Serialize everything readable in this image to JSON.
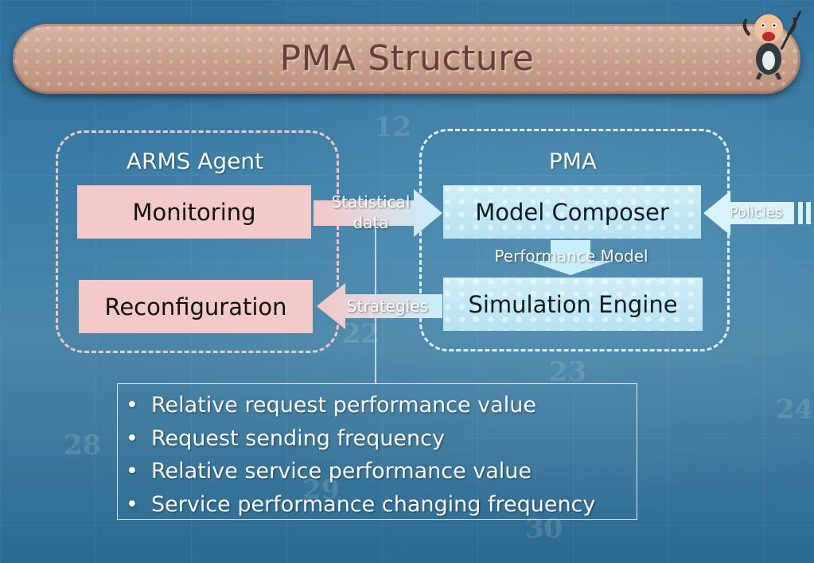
{
  "title": "PMA Structure",
  "groups": {
    "arms": {
      "label": "ARMS Agent"
    },
    "pma": {
      "label": "PMA"
    }
  },
  "boxes": {
    "monitoring": "Monitoring",
    "reconfiguration": "Reconfiguration",
    "model_composer": "Model Composer",
    "simulation_engine": "Simulation Engine"
  },
  "arrow_labels": {
    "statistical_data_line1": "Statistical",
    "statistical_data_line2": "data",
    "strategies": "Strategies",
    "policies": "Policies",
    "performance_model": "Performance Model"
  },
  "bullets": [
    "Relative request performance value",
    "Request sending frequency",
    "Relative service performance value",
    "Service performance changing frequency"
  ],
  "bullet_char": "•",
  "colors": {
    "title_bar": "#c8a08c",
    "title_text": "#6a3f3a",
    "pink_box": "#f4c9c9",
    "blue_box": "#cfeef8",
    "arrow_pink": "#f5c6c6",
    "arrow_blue": "#c8f0fb"
  }
}
